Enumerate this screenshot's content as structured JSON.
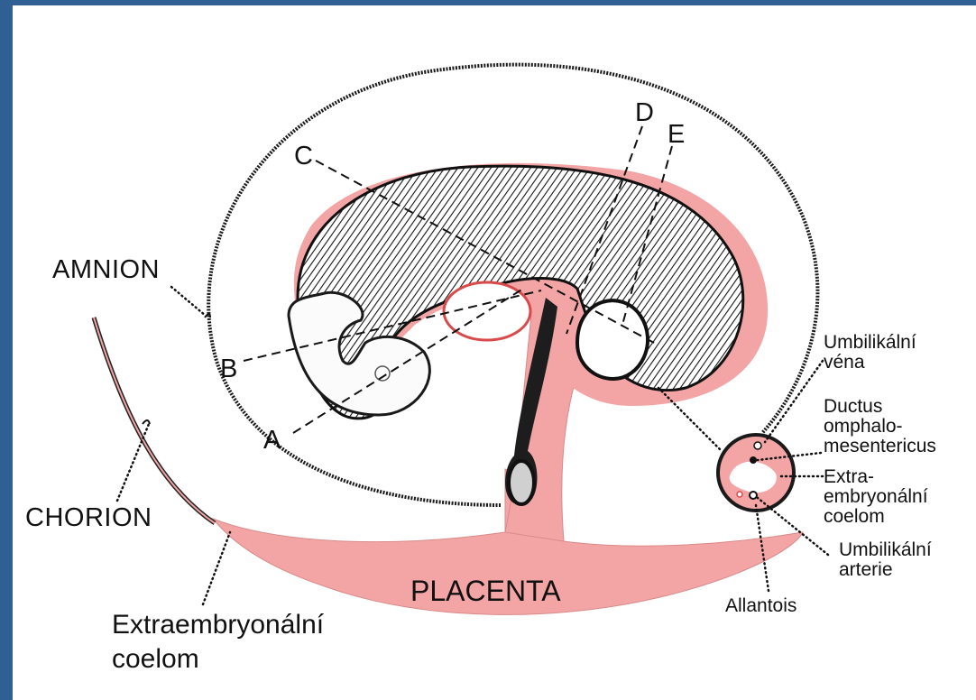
{
  "colors": {
    "tissue_pink": "#f3a5a5",
    "tissue_pink_light": "#f8c4c4",
    "outline_dark": "#141414",
    "accent_red": "#d94a4a",
    "frame_blue": "#2f5f93"
  },
  "labels": {
    "amnion": "AMNION",
    "chorion": "CHORION",
    "placenta": "PLACENTA",
    "extraembryonal_coelom_line1": "Extraembryonální",
    "extraembryonal_coelom_line2": "coelom",
    "letter_a": "A",
    "letter_b": "B",
    "letter_c": "C",
    "letter_d": "D",
    "letter_e": "E",
    "umbilical_vein_line1": "Umbilikální",
    "umbilical_vein_line2": "véna",
    "ductus_line1": "Ductus",
    "ductus_line2": "omphalo-",
    "ductus_line3": "mesentericus",
    "cord_coelom_line1": "Extra-",
    "cord_coelom_line2": "embryonální",
    "cord_coelom_line3": "coelom",
    "umbilical_artery_line1": "Umbilikální",
    "umbilical_artery_line2": "arterie",
    "allantois": "Allantois"
  }
}
